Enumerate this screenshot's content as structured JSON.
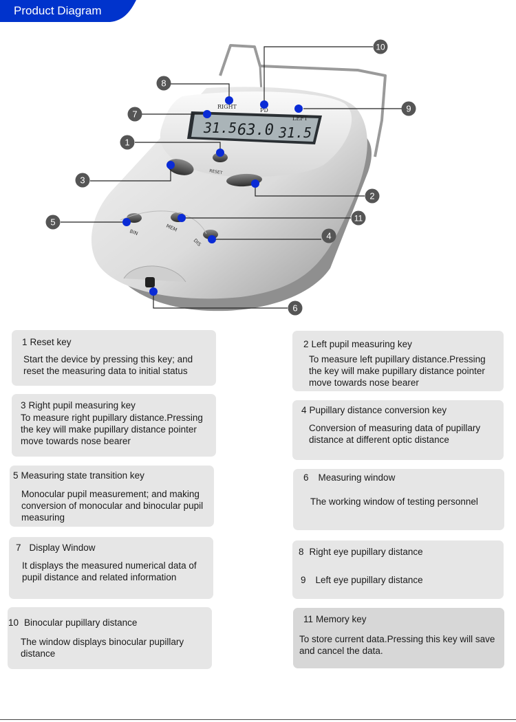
{
  "header": {
    "title": "Product Diagram",
    "accent": "#0033cc"
  },
  "device": {
    "labels": {
      "right": "RIGHT",
      "pd": "PD",
      "left": "LEFT",
      "reset": "RESET",
      "bin": "BIN",
      "mem": "MEM",
      "dis": "DIS"
    },
    "display": {
      "right": "31.5",
      "pd": "63.0",
      "left": "31.5"
    }
  },
  "callouts": [
    "1",
    "2",
    "3",
    "4",
    "5",
    "6",
    "7",
    "8",
    "9",
    "10",
    "11"
  ],
  "cards": {
    "c1": {
      "num": "1",
      "title": "Reset key",
      "desc": "Start the device by pressing this key; and reset the measuring data to initial status"
    },
    "c2": {
      "num": "2",
      "title": "Left pupil measuring key",
      "desc": "To measure left pupillary distance.Pressing the key will make pupillary distance pointer move towards nose bearer"
    },
    "c3": {
      "num": "3",
      "title": "Right pupil measuring key",
      "desc": "To measure right pupillary distance.Pressing the key will make pupillary distance pointer move towards nose bearer"
    },
    "c4": {
      "num": "4",
      "title": "Pupillary distance conversion key",
      "desc": "Conversion of measuring data of pupillary distance at different optic distance"
    },
    "c5": {
      "num": "5",
      "title": "Measuring state transition key",
      "desc": "Monocular pupil measurement; and making conversion of monocular  and binocular pupil measuring"
    },
    "c6": {
      "num": "6",
      "title": "Measuring window",
      "desc": "The working window of testing personnel"
    },
    "c7": {
      "num": "7",
      "title": "Display Window",
      "desc": "It displays the measured numerical data of pupil distance and related information"
    },
    "c8": {
      "num": "8",
      "title": "Right eye pupillary distance",
      "num2": "9",
      "title2": "Left eye pupillary distance"
    },
    "c10": {
      "num": "10",
      "title": "Binocular pupillary distance",
      "desc": "The window displays binocular pupillary distance"
    },
    "c11": {
      "num": "11",
      "title": "Memory key",
      "desc": "To store current data.Pressing this key will save and cancel the data."
    }
  }
}
